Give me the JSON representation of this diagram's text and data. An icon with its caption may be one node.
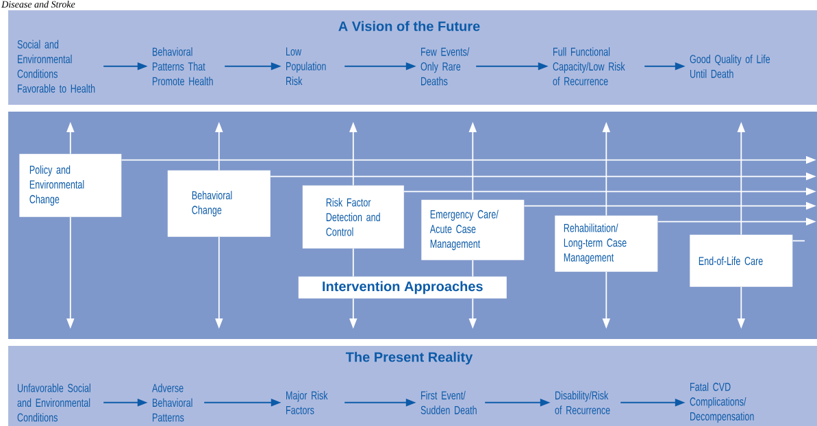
{
  "diagram": {
    "nodes": [
      {
        "text": [
          "A Vision of the Future"
        ]
      },
      {
        "text": [
          "Social and Environmental Conditions Favorable to Health"
        ],
        "in": 0
      },
      {
        "text": [
          "Behavioral Patterns That Promote Health"
        ],
        "in": 0
      },
      {
        "text": [
          "Low Population Risk"
        ],
        "in": 0
      },
      {
        "text": [
          "Few Events/ Only Rare Deaths"
        ],
        "in": 0
      },
      {
        "text": [
          "Full Functional Capacity/Low Risk of Recurrence"
        ],
        "in": 0
      },
      {
        "text": [
          "Good Quality of Life Until Death"
        ],
        "in": 0
      },
      {
        "text": [],
        "shape": "box"
      },
      {
        "text": [
          "Policy and Environmental Change"
        ],
        "in": 7
      },
      {
        "text": [
          "Behavioral Change"
        ],
        "in": 7
      },
      {
        "text": [
          "Risk Factor Detection and Control"
        ],
        "in": 7
      },
      {
        "text": [
          "Emergency Care/ Acute Case Management"
        ],
        "in": 7
      },
      {
        "text": [
          "Rehabilitation/ Long-term Case Management"
        ],
        "in": 7
      },
      {
        "text": [
          "End-of-Life Care"
        ],
        "in": 7
      },
      {
        "text": [
          "Intervention Approaches"
        ],
        "in": 7
      },
      {
        "text": [
          "The Present Reality"
        ]
      },
      {
        "text": [
          "Unfavorable Social and Environmental Conditions"
        ],
        "in": 15
      },
      {
        "text": [
          "Adverse Behavioral Patterns"
        ],
        "in": 15
      },
      {
        "text": [
          "Major Risk Factors"
        ],
        "in": 15
      },
      {
        "text": [
          "First Event/ Sudden Death"
        ],
        "in": 15
      },
      {
        "text": [
          "Disability/Risk of Recurrence"
        ],
        "in": 15
      },
      {
        "text": [
          "Fatal CVD Complications/ Decompensation"
        ],
        "in": 15
      }
    ],
    "edges": [
      {
        "from": 1,
        "to": 2,
        "arrow": "to",
        "color": "#0c5ba8"
      },
      {
        "from": 2,
        "to": 3,
        "arrow": "to",
        "color": "#0c5ba8"
      },
      {
        "from": 3,
        "to": 4,
        "arrow": "to",
        "color": "#0c5ba8"
      },
      {
        "from": 4,
        "to": 5,
        "arrow": "to",
        "color": "#0c5ba8"
      },
      {
        "from": 5,
        "to": 6,
        "arrow": "to",
        "color": "#0c5ba8"
      },
      {
        "from": 16,
        "to": 17,
        "arrow": "to",
        "color": "#0c5ba8"
      },
      {
        "from": 17,
        "to": 18,
        "arrow": "to",
        "color": "#0c5ba8"
      },
      {
        "from": 18,
        "to": 19,
        "arrow": "to",
        "color": "#0c5ba8"
      },
      {
        "from": 19,
        "to": 20,
        "arrow": "to",
        "color": "#0c5ba8"
      },
      {
        "from": 20,
        "to": 21,
        "arrow": "to",
        "color": "#0c5ba8"
      },
      {
        "from": 8,
        "to": null,
        "arrow": "to"
      },
      {
        "from": 8,
        "to": null,
        "arrow": "to"
      },
      {
        "from": 9,
        "to": null,
        "arrow": "to"
      },
      {
        "from": 9,
        "to": null,
        "arrow": "to"
      },
      {
        "from": 10,
        "to": null,
        "arrow": "to"
      },
      {
        "from": 10,
        "to": 14,
        "arrow": "none"
      },
      {
        "from": 14,
        "to": null,
        "arrow": "to"
      },
      {
        "from": 11,
        "to": null,
        "arrow": "to"
      },
      {
        "from": 11,
        "to": 14,
        "arrow": "none"
      },
      {
        "from": 14,
        "to": null,
        "arrow": "to"
      },
      {
        "from": 12,
        "to": null,
        "arrow": "to"
      },
      {
        "from": 12,
        "to": null,
        "arrow": "to"
      },
      {
        "from": 13,
        "to": null,
        "arrow": "to"
      },
      {
        "from": 13,
        "to": null,
        "arrow": "to"
      },
      {
        "from": 8,
        "to": null,
        "arrow": "to"
      },
      {
        "from": 9,
        "to": null,
        "arrow": "to"
      },
      {
        "from": 10,
        "to": null,
        "arrow": "to"
      },
      {
        "from": 11,
        "to": null,
        "arrow": "to"
      },
      {
        "from": 12,
        "to": null,
        "arrow": "to"
      },
      {
        "from": 13,
        "to": null,
        "arrow": "none"
      }
    ],
    "labels": [
      "Disease and Stroke"
    ]
  }
}
